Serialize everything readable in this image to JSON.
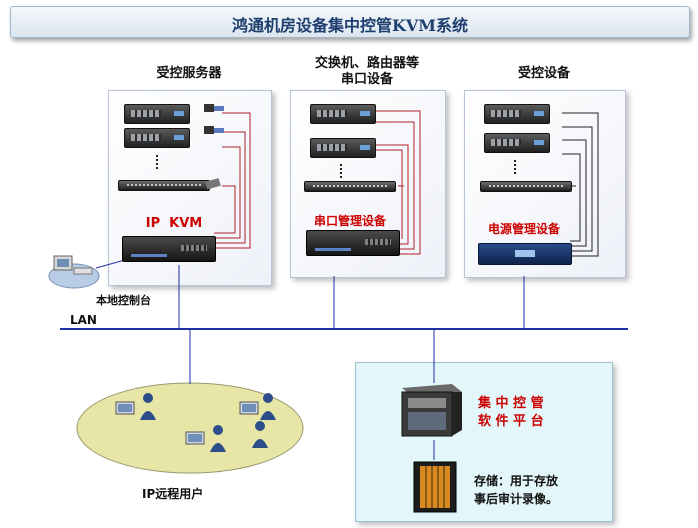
{
  "title": "鸿通机房设备集中控管KVM系统",
  "groups": {
    "servers": {
      "header": "受控服务器",
      "device_label": "IP  KVM"
    },
    "switches": {
      "header_line1": "交换机、路由器等",
      "header_line2": "串口设备",
      "device_label": "串口管理设备"
    },
    "controlled": {
      "header": "受控设备",
      "device_label": "电源管理设备"
    }
  },
  "local_console_label": "本地控制台",
  "lan_label": "LAN",
  "remote_users_label": "IP远程用户",
  "central": {
    "platform_line1": "集 中 控 管",
    "platform_line2": "软 件 平 台",
    "storage_line1": "存储：用于存放",
    "storage_line2": "事后审计录像。"
  },
  "colors": {
    "link_red": "#b0202a",
    "link_black": "#222222",
    "lan_blue": "#1f2fa6",
    "label_red": "#cc0000",
    "remote_area": "#e8e6a6"
  }
}
